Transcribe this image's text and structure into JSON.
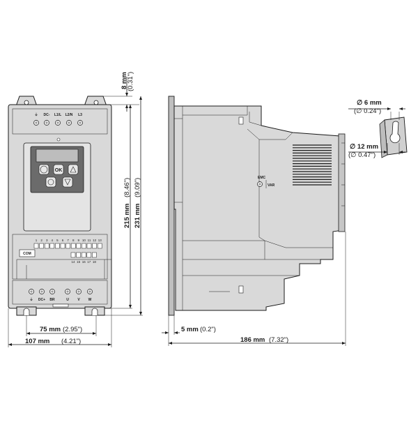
{
  "drawing": {
    "front": {
      "top_terminals": [
        "⏚",
        "DC-",
        "L1/L",
        "L2/N",
        "L3"
      ],
      "bottom_terminals": [
        "⏚",
        "DC+",
        "BR",
        "U",
        "V",
        "W"
      ],
      "keypad": {
        "ok": "OK"
      },
      "control_numbers_top": [
        "1",
        "2",
        "3",
        "4",
        "5",
        "6",
        "7",
        "8",
        "9",
        "10",
        "11",
        "12",
        "13"
      ],
      "control_numbers_bottom": [
        "14",
        "15",
        "16",
        "17",
        "18"
      ],
      "com_label": "COM"
    },
    "side": {
      "emc_label": "EMC",
      "var_label": "VAR"
    },
    "dimensions": {
      "top_clearance": {
        "mm": "8 mm",
        "in": "(0.31\")"
      },
      "height_inner": {
        "mm": "215 mm",
        "in": "(8.46\")"
      },
      "height_total": {
        "mm": "231 mm",
        "in": "(9.09\")"
      },
      "width_inner": {
        "mm": "75 mm",
        "in": "(2.95\")"
      },
      "width_total": {
        "mm": "107 mm",
        "in": "(4.21\")"
      },
      "side_offset": {
        "mm": "5 mm",
        "in": "(0.2\")"
      },
      "depth_total": {
        "mm": "186 mm",
        "in": "(7.32\")"
      },
      "hole_small": {
        "mm": "∅ 6 mm",
        "in": "(∅ 0.24\")"
      },
      "hole_large": {
        "mm": "∅ 12 mm",
        "in": "(∅ 0.47\")"
      }
    }
  }
}
